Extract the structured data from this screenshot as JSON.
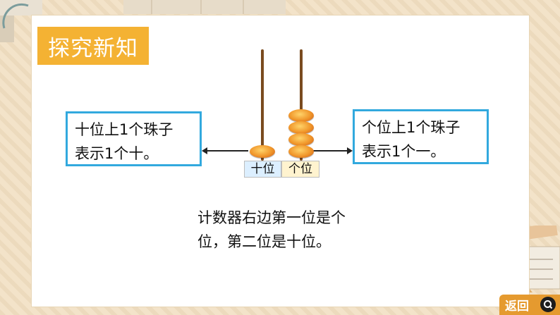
{
  "slide": {
    "title": "探究新知",
    "left_note": {
      "line1": "十位上1个珠子",
      "line2": "表示1个十。"
    },
    "right_note": {
      "line1": "个位上1个珠子",
      "line2": "表示1个一。"
    },
    "abacus": {
      "tens_label": "十位",
      "ones_label": "个位",
      "tens_beads": 1,
      "ones_beads": 4,
      "bead_color": "#f0962a",
      "rod_color": "#7a4b1f"
    },
    "explanation": {
      "line1": "计数器右边第一位是个",
      "line2": "位，第二位是十位。"
    }
  },
  "nav": {
    "back_label": "返回"
  },
  "colors": {
    "title_bg": "#f4b233",
    "box_border": "#32a9de",
    "tens_cell_bg": "#dcefff",
    "ones_cell_bg": "#fff3cf",
    "back_button_bg": "#e59a2f"
  }
}
